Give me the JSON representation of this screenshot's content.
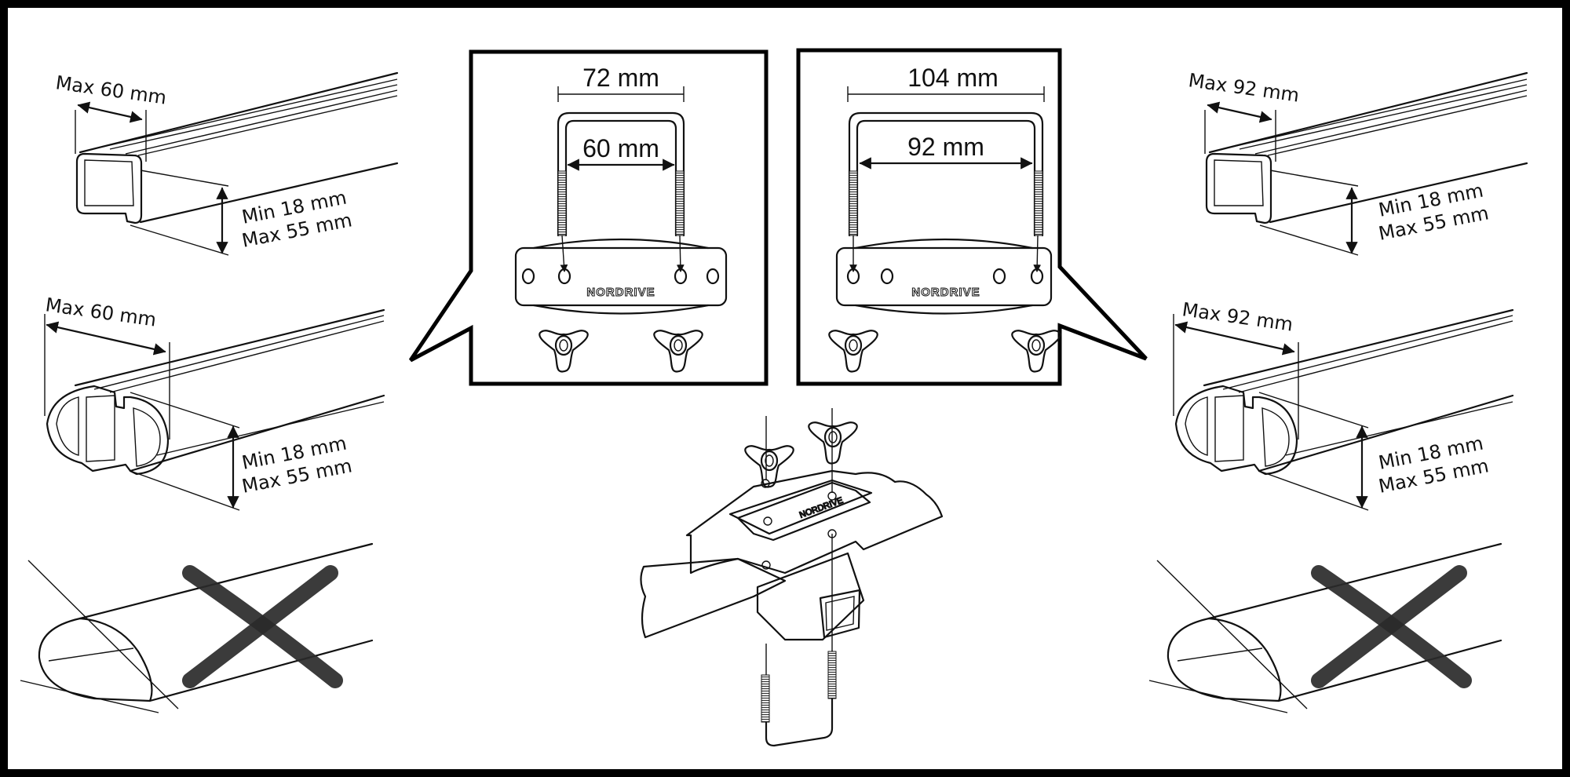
{
  "left_bars": {
    "square_bar": {
      "width_label": "Max 60 mm",
      "height_min": "Min 18 mm",
      "height_max": "Max 55 mm"
    },
    "aero_bar": {
      "width_label": "Max 60 mm",
      "height_min": "Min 18 mm",
      "height_max": "Max 55 mm"
    },
    "oval_bar": {
      "status": "not-compatible"
    }
  },
  "right_bars": {
    "square_bar": {
      "width_label": "Max 92 mm",
      "height_min": "Min 18 mm",
      "height_max": "Max 55 mm"
    },
    "aero_bar": {
      "width_label": "Max 92 mm",
      "height_min": "Min 18 mm",
      "height_max": "Max 55 mm"
    },
    "oval_bar": {
      "status": "not-compatible"
    }
  },
  "callout_small": {
    "outer_width": "72 mm",
    "inner_width": "60 mm",
    "brand": "NORDRIVE"
  },
  "callout_large": {
    "outer_width": "104 mm",
    "inner_width": "92 mm",
    "brand": "NORDRIVE"
  },
  "colors": {
    "line": "#111111",
    "background": "#ffffff",
    "frame": "#000000"
  }
}
